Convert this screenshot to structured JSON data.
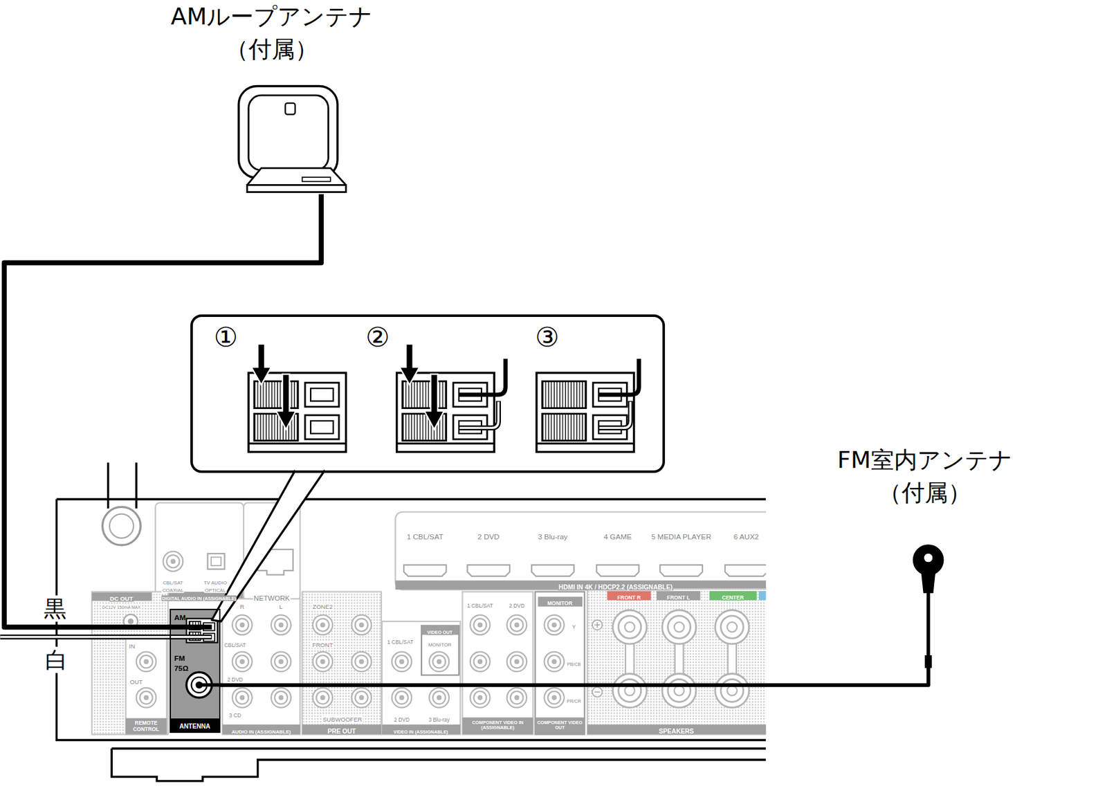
{
  "diagram": {
    "nodes": [
      {
        "text": [
          "AMループアンテナ （付属）"
        ]
      },
      {
        "text": [
          "①",
          "②",
          "③"
        ]
      },
      {
        "text": [
          "AM",
          "FM 75Ω",
          "ANTENNA"
        ]
      },
      {
        "text": [
          "FM室内アンテナ （付属）"
        ]
      }
    ],
    "edges": [
      {
        "from": 0,
        "to": 2,
        "arrow": "none"
      },
      {
        "from": 3,
        "to": 2,
        "arrow": "none"
      }
    ],
    "labels": [
      "黒",
      "白",
      "1 CBL/SAT",
      "2 DVD",
      "3 Blu-ray",
      "4 GAME",
      "5 MEDIA PLAYER",
      "6 AUX2",
      "HDMI IN 4K / HDCP2.2 (ASSIGNABLE)",
      "CBL/SAT",
      "TV AUDIO",
      "COAXIAL",
      "OPTICAL",
      "DIGITAL AUDIO IN (ASSIGNABLE)",
      "NETWORK",
      "DC OUT",
      "DC12V 150mA MAX",
      "IN",
      "OUT",
      "REMOTE CONTROL",
      "R",
      "L",
      "CBL/SAT",
      "2 DVD",
      "3 CD",
      "AUDIO IN (ASSIGNABLE)",
      "ZONE2",
      "FRONT",
      "SUBWOOFER",
      "PRE OUT",
      "1 CBL/SAT",
      "VIDEO OUT",
      "MONITOR",
      "2 DVD",
      "3 Blu-ray",
      "VIDEO IN (ASSIGNABLE)",
      "1 CBL/SAT",
      "2 DVD",
      "COMPONENT VIDEO IN (ASSIGNABLE)",
      "MONITOR",
      "Y",
      "PB/CB",
      "PR/CR",
      "COMPONENT VIDEO OUT",
      "FRONT R",
      "FRONT L",
      "CENTER",
      "SPEAKERS"
    ]
  }
}
